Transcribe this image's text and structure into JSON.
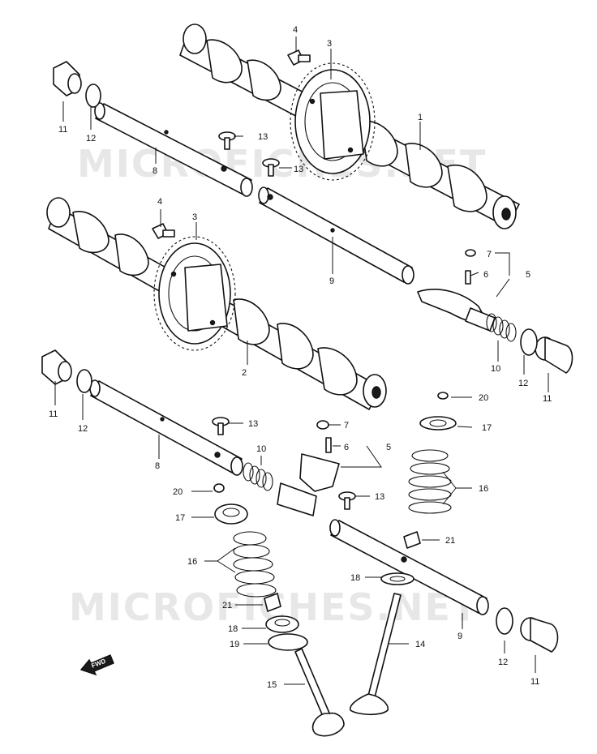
{
  "watermark": {
    "top": "MICROFICHES.NET",
    "bottom": "MICROFICHES.NET"
  },
  "direction_marker": "FWD",
  "callouts": {
    "p1": "1",
    "p2": "2",
    "p3a": "3",
    "p3b": "3",
    "p4a": "4",
    "p4b": "4",
    "p5a": "5",
    "p5b": "5",
    "p6a": "6",
    "p6b": "6",
    "p7a": "7",
    "p7b": "7",
    "p8a": "8",
    "p8b": "8",
    "p9a": "9",
    "p9b": "9",
    "p10a": "10",
    "p10b": "10",
    "p11a": "11",
    "p11b": "11",
    "p11c": "11",
    "p11d": "11",
    "p12a": "12",
    "p12b": "12",
    "p12c": "12",
    "p12d": "12",
    "p13a": "13",
    "p13b": "13",
    "p13c": "13",
    "p13d": "13",
    "p14": "14",
    "p15": "15",
    "p16a": "16",
    "p16b": "16",
    "p17a": "17",
    "p17b": "17",
    "p18a": "18",
    "p18b": "18",
    "p19": "19",
    "p20a": "20",
    "p20b": "20",
    "p21a": "21",
    "p21b": "21"
  }
}
